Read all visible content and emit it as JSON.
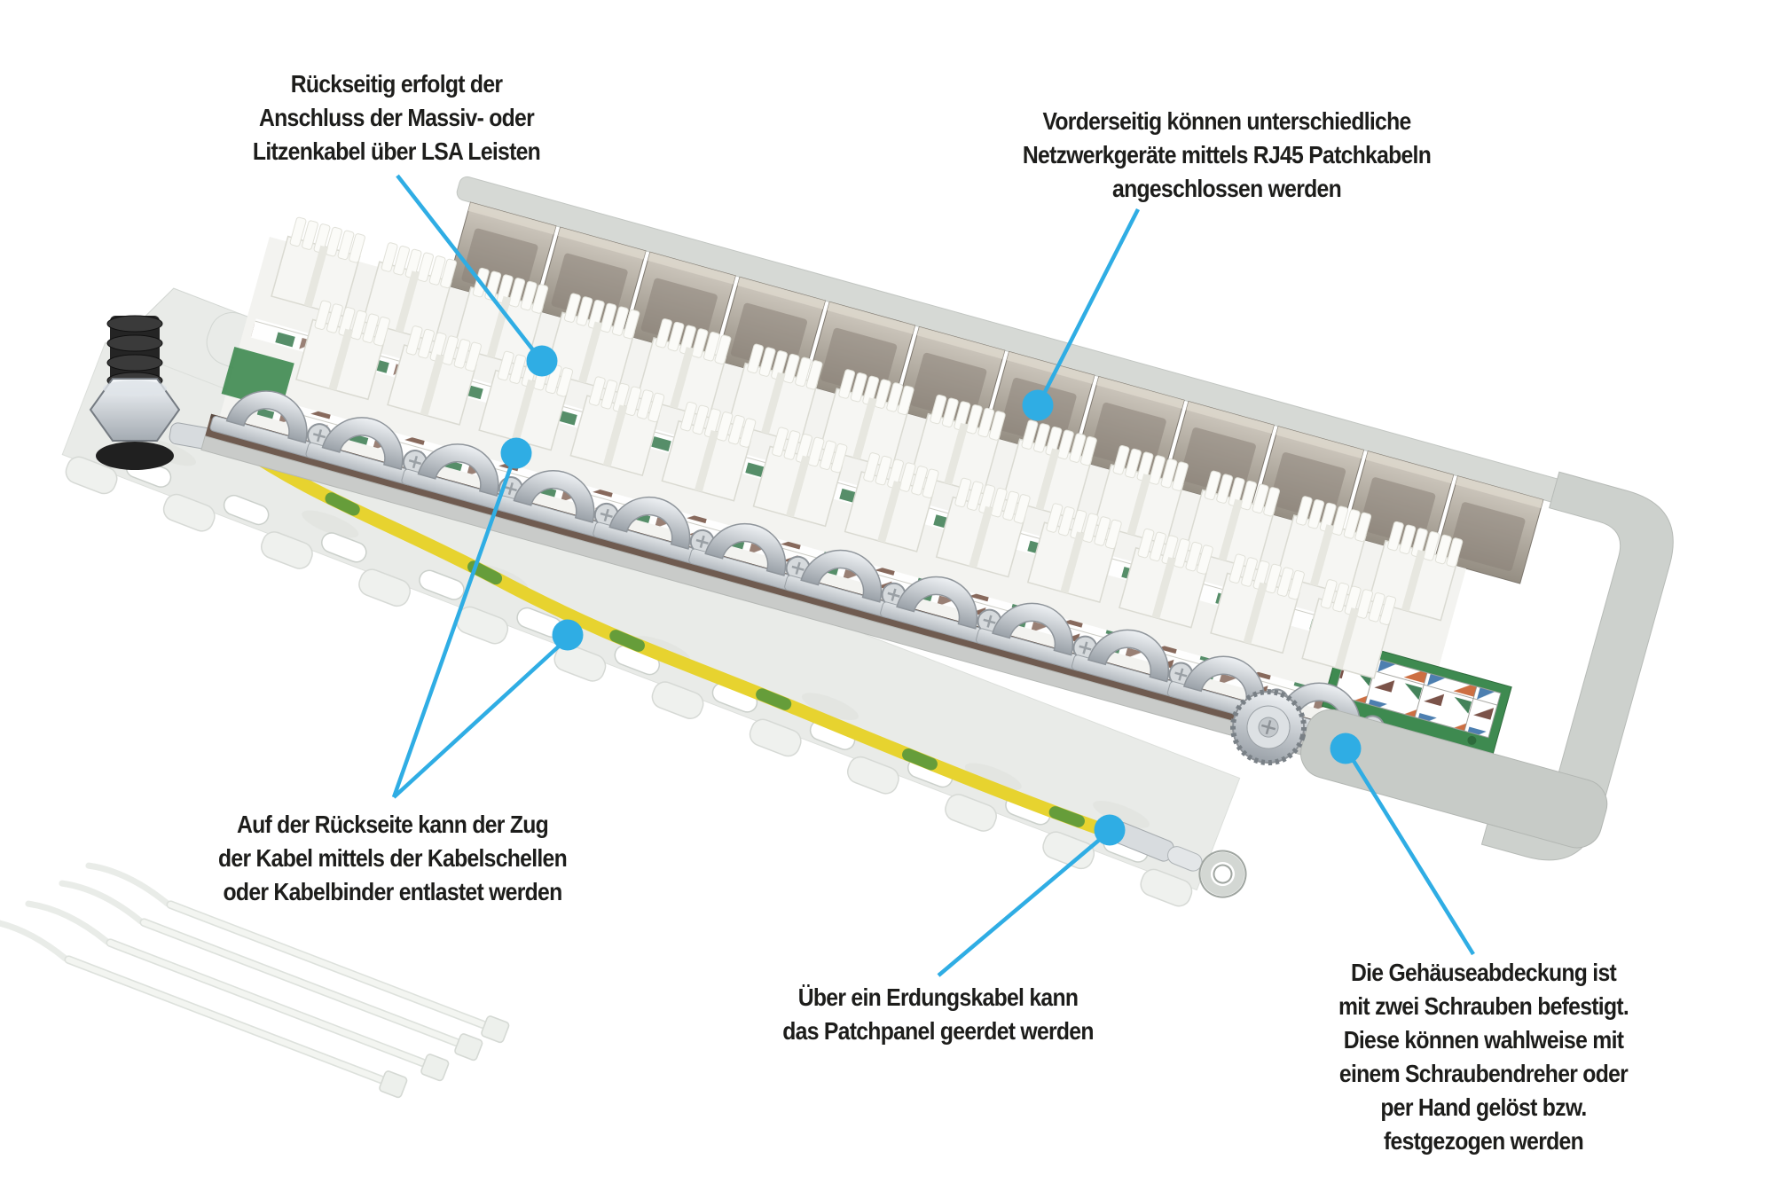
{
  "colors": {
    "accent": "#2fade4",
    "text": "#1d1d1b",
    "background": "#ffffff",
    "panel_gray": "#d6d9d5",
    "tray_gray": "#e9ebe8",
    "module_metal": "#a89f93",
    "clamp_metal": "#c6cbd0",
    "ground_cable_yellow": "#e7d32f",
    "ground_cable_green": "#58973c",
    "pcb_green": "#3e8a50",
    "front_edge_brown": "#6f5b50"
  },
  "annotations": {
    "rear_lsa": {
      "text": "Rückseitig erfolgt der\nAnschluss der Massiv- oder\nLitzenkabel über LSA Leisten"
    },
    "front_rj45": {
      "text": "Vorderseitig können unterschiedliche\nNetzwerkgeräte mittels RJ45 Patchkabeln\nangeschlossen werden"
    },
    "strain_relief": {
      "text": "Auf der Rückseite kann der Zug\nder Kabel mittels der Kabelschellen\noder Kabelbinder entlastet werden"
    },
    "grounding": {
      "text": "Über ein Erdungskabel kann\ndas Patchpanel geerdet werden"
    },
    "cover_screws": {
      "text": "Die Gehäuseabdeckung ist\nmit zwei Schrauben befestigt.\nDiese können wahlweise mit\neinem Schraubendreher oder\nper Hand gelöst bzw.\nfestgezogen werden"
    }
  }
}
